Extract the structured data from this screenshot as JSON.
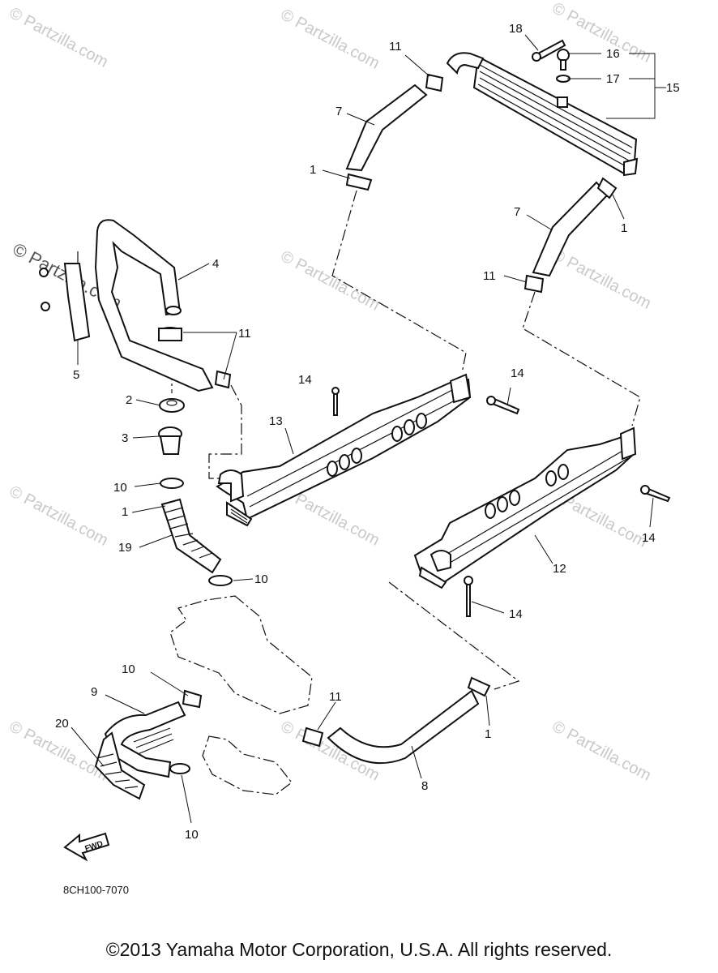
{
  "callouts": {
    "c1a": "1",
    "c1b": "1",
    "c1c": "1",
    "c1d": "1",
    "c2": "2",
    "c3": "3",
    "c4": "4",
    "c5": "5",
    "c7a": "7",
    "c7b": "7",
    "c8": "8",
    "c9": "9",
    "c10a": "10",
    "c10b": "10",
    "c10c": "10",
    "c10d": "10",
    "c11a": "11",
    "c11b": "11",
    "c11c": "11",
    "c11d": "11",
    "c12": "12",
    "c13": "13",
    "c14a": "14",
    "c14b": "14",
    "c14c": "14",
    "c14d": "14",
    "c15": "15",
    "c16": "16",
    "c17": "17",
    "c18": "18",
    "c19": "19",
    "c20": "20"
  },
  "watermark": "© Partzilla.com",
  "diagram_code": "8CH100-7070",
  "fwd_label": "FWD",
  "copyright": "©2013 Yamaha Motor Corporation, U.S.A. All rights reserved."
}
